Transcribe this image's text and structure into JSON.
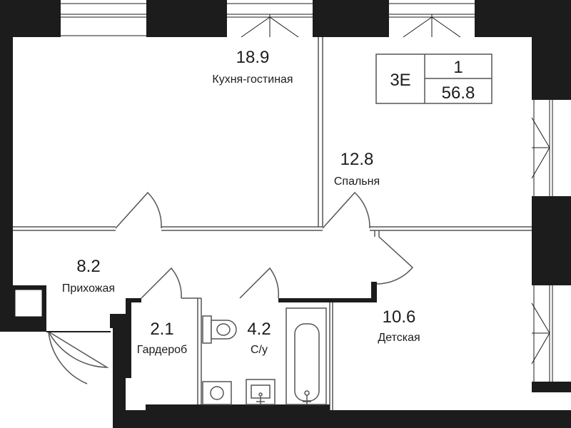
{
  "apartment": {
    "type_code": "3E",
    "rooms_count": "1",
    "total_area": "56.8"
  },
  "rooms": {
    "kitchen_living": {
      "area": "18.9",
      "name": "Кухня-гостиная"
    },
    "bedroom": {
      "area": "12.8",
      "name": "Спальня"
    },
    "hallway": {
      "area": "8.2",
      "name": "Прихожая"
    },
    "wardrobe": {
      "area": "2.1",
      "name": "Гардероб"
    },
    "bathroom": {
      "area": "4.2",
      "name": "С/у"
    },
    "kids_room": {
      "area": "10.6",
      "name": "Детская"
    }
  },
  "colors": {
    "wall": "#1c1c1c",
    "line": "#555555",
    "background": "#ffffff"
  }
}
